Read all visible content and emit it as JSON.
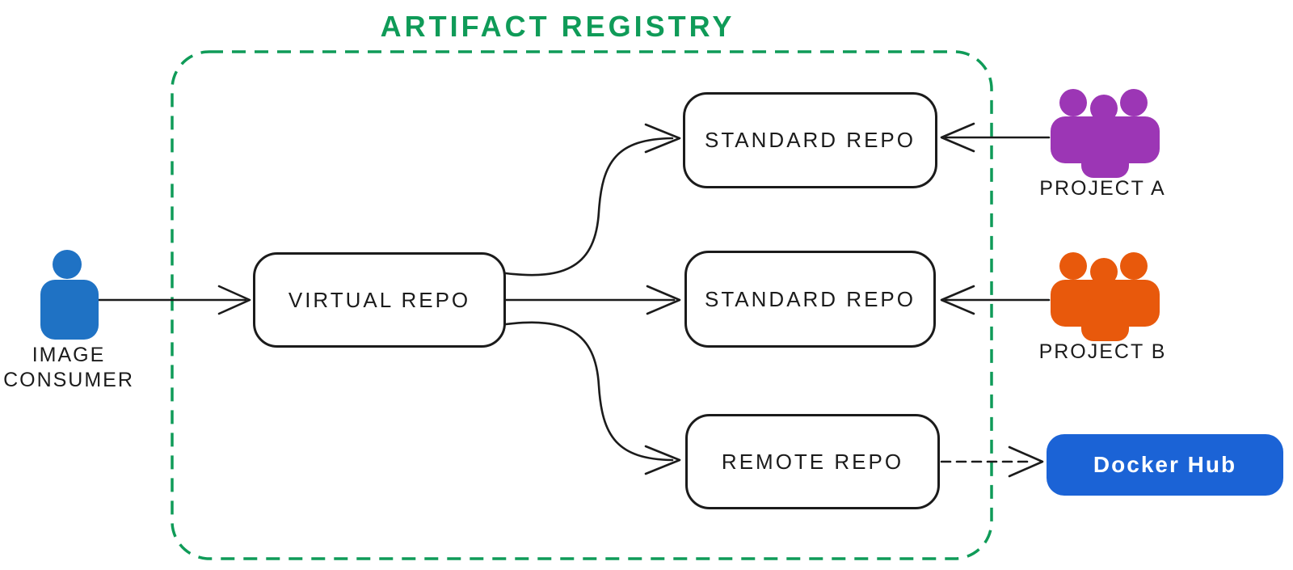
{
  "title": "ARTIFACT REGISTRY",
  "colors": {
    "green": "#0f9b58",
    "ink": "#1b1b1b",
    "consumer-blue": "#1f72c4",
    "project-a-purple": "#9c36b5",
    "project-b-orange": "#e8590c",
    "docker-blue": "#1b63d6",
    "docker-text": "#ffffff"
  },
  "nodes": {
    "virtual_repo": "VIRTUAL REPO",
    "standard_repo_top": "STANDARD REPO",
    "standard_repo_middle": "STANDARD REPO",
    "remote_repo": "REMOTE REPO",
    "docker_hub": "Docker Hub"
  },
  "actors": {
    "image_consumer": "IMAGE CONSUMER",
    "project_a": "PROJECT A",
    "project_b": "PROJECT B"
  }
}
